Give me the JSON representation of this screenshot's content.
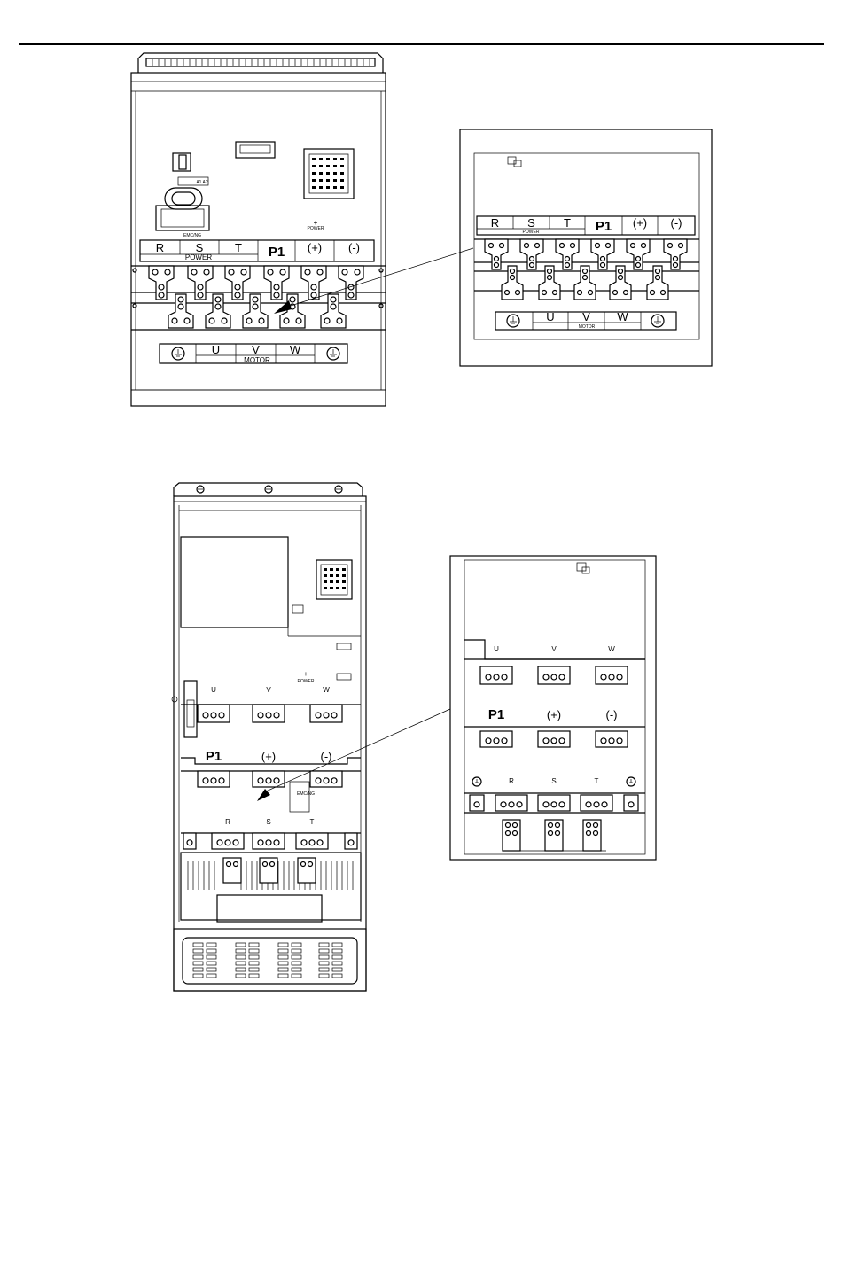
{
  "figure_top": {
    "power_labels": [
      "R",
      "S",
      "T",
      "P1",
      "(+)",
      "(-)"
    ],
    "power_caption": "POWER",
    "motor_labels": [
      "U",
      "V",
      "W"
    ],
    "motor_caption": "MOTOR"
  },
  "figure_bottom": {
    "motor_labels": [
      "U",
      "V",
      "W"
    ],
    "dc_labels": [
      "P1",
      "(+)",
      "(-)"
    ],
    "power_labels": [
      "R",
      "S",
      "T"
    ]
  }
}
